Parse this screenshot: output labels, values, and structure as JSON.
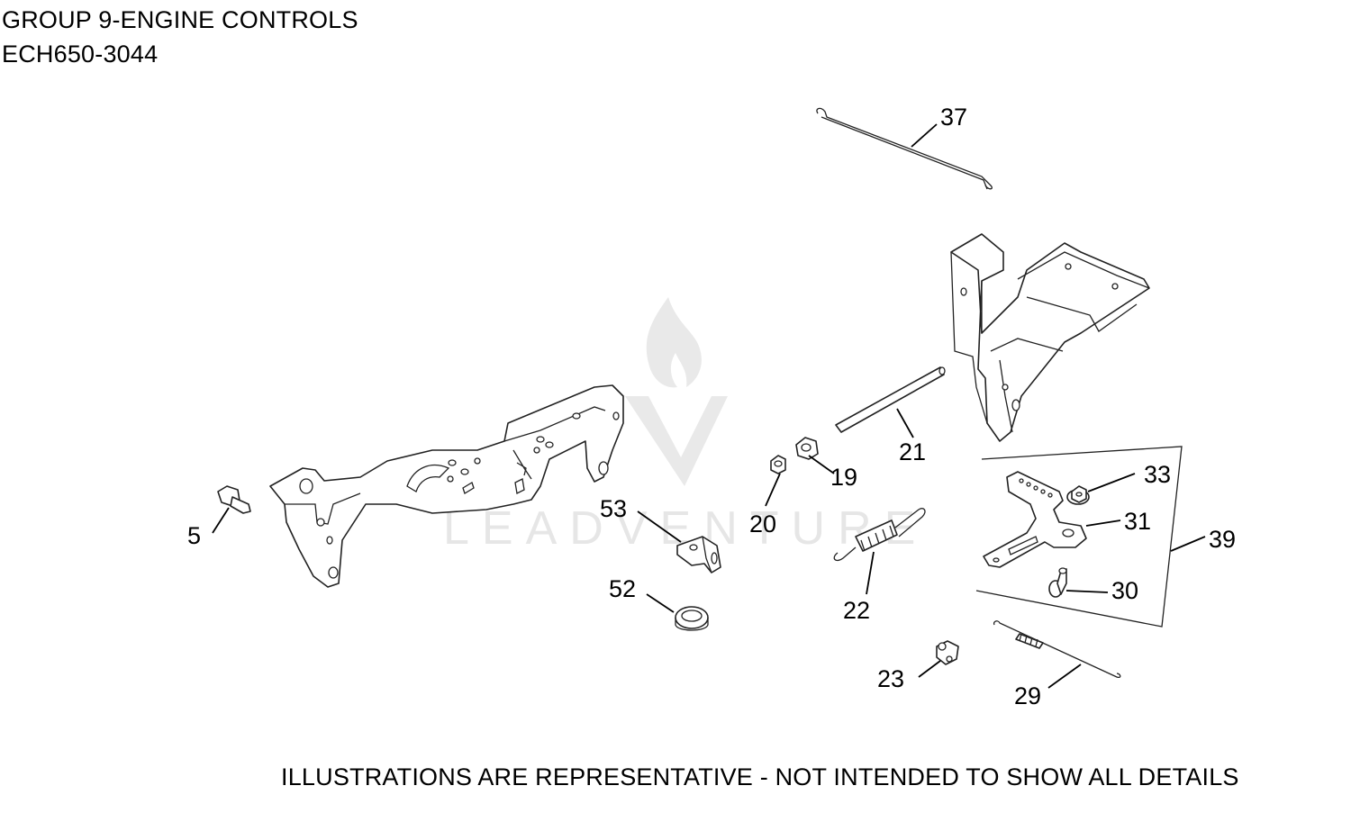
{
  "header": {
    "title": "GROUP 9-ENGINE CONTROLS",
    "model": "ECH650-3044"
  },
  "footer": {
    "disclaimer": "ILLUSTRATIONS ARE REPRESENTATIVE - NOT INTENDED TO SHOW ALL DETAILS"
  },
  "watermark": {
    "text": "LEADVENTURE"
  },
  "callouts": {
    "c5": "5",
    "c19": "19",
    "c20": "20",
    "c21": "21",
    "c22": "22",
    "c23": "23",
    "c29": "29",
    "c30": "30",
    "c31": "31",
    "c33": "33",
    "c37": "37",
    "c39": "39",
    "c52": "52",
    "c53": "53"
  }
}
